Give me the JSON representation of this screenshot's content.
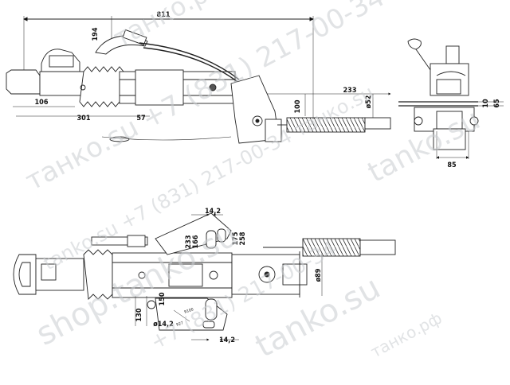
{
  "top_view": {
    "dims": {
      "overall_length": "811",
      "height_194": "194",
      "coupling_106": "106",
      "length_301": "301",
      "length_57": "57",
      "rod_233": "233",
      "height_100": "100",
      "diam_52": "ø52"
    }
  },
  "side_view": {
    "dims": {
      "height_10": "10",
      "height_65": "65",
      "width_85": "85"
    }
  },
  "bottom_view": {
    "dims": {
      "slot_top": "14,2",
      "d233": "233",
      "d166": "166",
      "d175": "175",
      "d258": "258",
      "diam_89": "ø89",
      "d150": "150",
      "d130": "130",
      "hole": "ø14,2",
      "slot_bottom": "14,2",
      "r100": "R100",
      "r27": "R27"
    }
  },
  "watermarks": {
    "brand_a": "tanko.su",
    "brand_phone": "+7 (831) 217-00-34",
    "brand_shop": "shop.tanko.su",
    "brand_rf": "танко.рф",
    "combo_1": "танко.su +7 (831) 217-00-34",
    "combo_2": "tanko.su +7 (831) 217-00-34 танко.su",
    "combo_3": "танко.su +7 (831) 217-00-34"
  }
}
